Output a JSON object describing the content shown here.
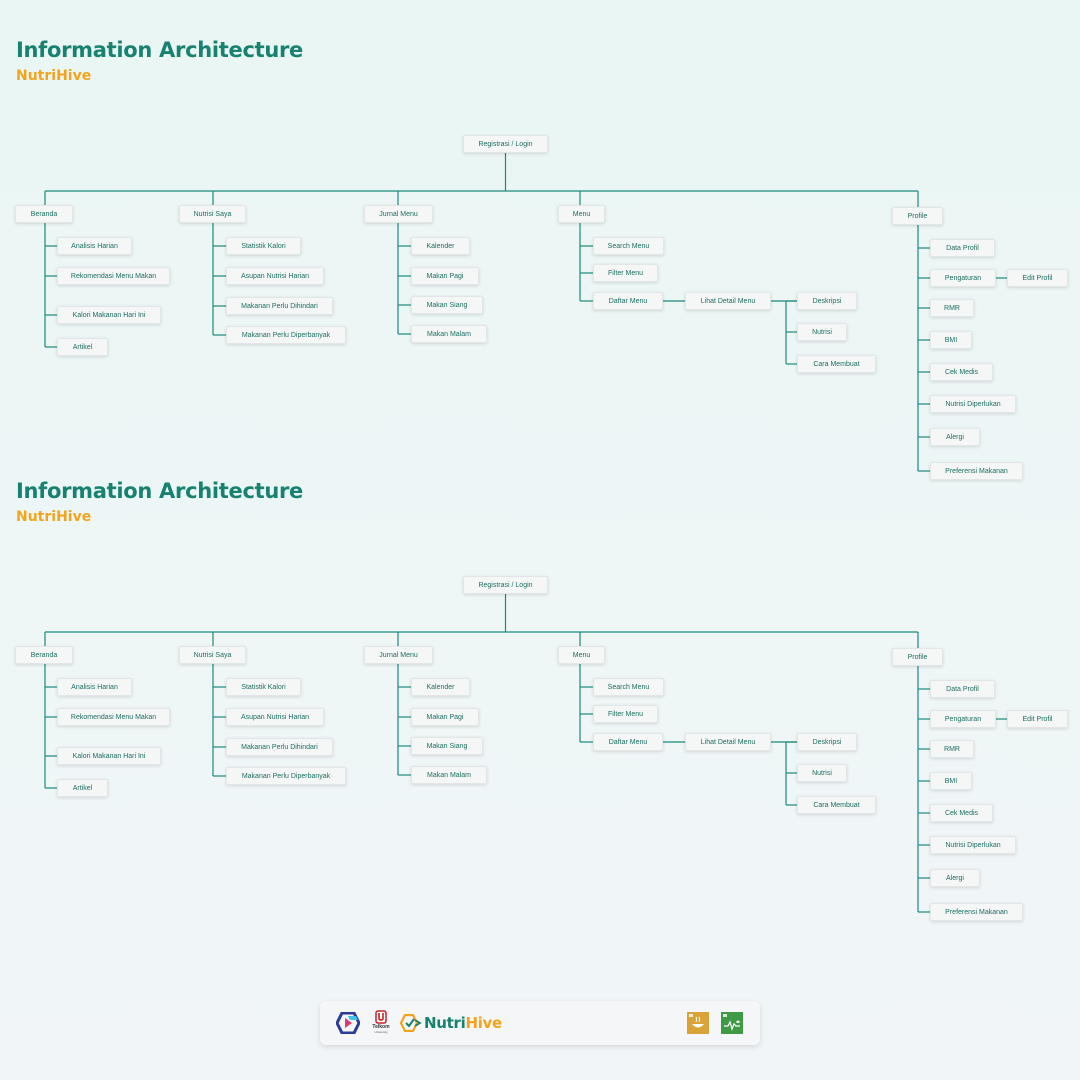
{
  "header": {
    "title": "Information Architecture",
    "subtitle": "NutriHive"
  },
  "diagram": {
    "root": "Registrasi / Login",
    "sections": [
      {
        "label": "Beranda",
        "children": [
          "Analisis Harian",
          "Rekomendasi Menu Makan",
          "Kalori Makanan Hari Ini",
          "Artikel"
        ]
      },
      {
        "label": "Nutrisi Saya",
        "children": [
          "Statistik Kalori",
          "Asupan Nutrisi Harian",
          "Makanan Perlu Dihindari",
          "Makanan Perlu Diperbanyak"
        ]
      },
      {
        "label": "Jurnal Menu",
        "children": [
          "Kalender",
          "Makan Pagi",
          "Makan Siang",
          "Makan Malam"
        ]
      },
      {
        "label": "Menu",
        "children": [
          "Search Menu",
          "Filter Menu",
          "Daftar Menu"
        ],
        "daftar_child": "Lihat Detail Menu",
        "detail_children": [
          "Deskripsi",
          "Nutrisi",
          "Cara Membuat"
        ]
      },
      {
        "label": "Profile",
        "children": [
          "Data Profil",
          "Pengaturan",
          "RMR",
          "BMI",
          "Cek Medis",
          "Nutrisi Diperlukan",
          "Alergi",
          "Preferensi Makanan"
        ],
        "pengaturan_child": "Edit Profil"
      }
    ]
  },
  "footer": {
    "brand_prefix": "Nutri",
    "brand_suffix": "Hive",
    "telkom_label": "Telkom",
    "telkom_sub": "University"
  },
  "colors": {
    "line": "#1c8a7c",
    "title": "#17826f",
    "accent": "#f2a51c",
    "node_text": "#1b6d60"
  },
  "icons": [
    "hexagon-logo-icon",
    "telkom-university-logo-icon",
    "nutrihive-logo-icon",
    "sdg-2-zero-hunger-icon",
    "sdg-3-good-health-icon"
  ]
}
